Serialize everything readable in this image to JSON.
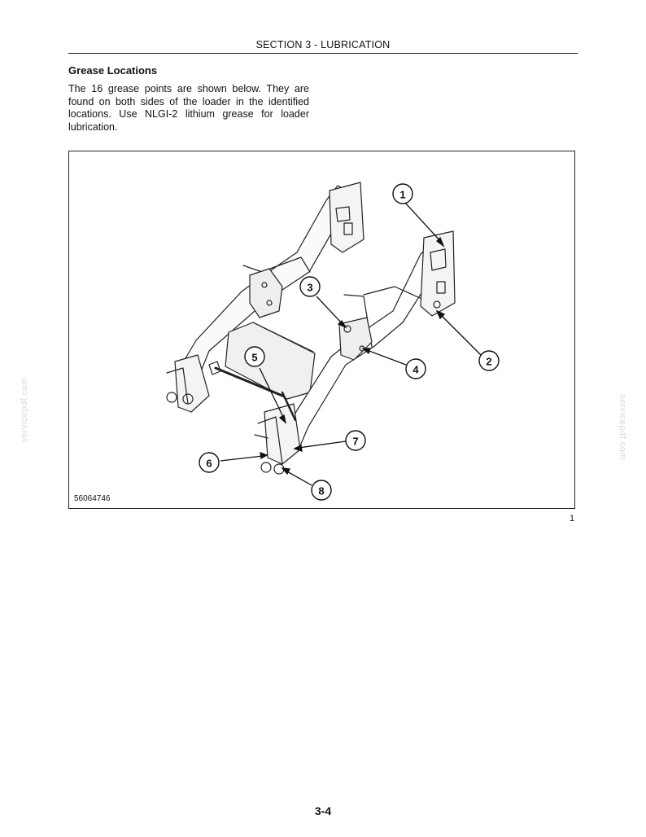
{
  "header": {
    "section_title": "SECTION 3 - LUBRICATION"
  },
  "content": {
    "heading": "Grease Locations",
    "paragraph": "The 16 grease points are shown below. They are found on both sides of the loader in the identified locations. Use NLGI-2 lithium grease for loader lubrication."
  },
  "figure": {
    "id": "56064746",
    "number": "1",
    "callouts": [
      "1",
      "2",
      "3",
      "4",
      "5",
      "6",
      "7",
      "8"
    ]
  },
  "footer": {
    "page_number": "3-4"
  },
  "watermark": {
    "text": "servicepdf.com"
  }
}
